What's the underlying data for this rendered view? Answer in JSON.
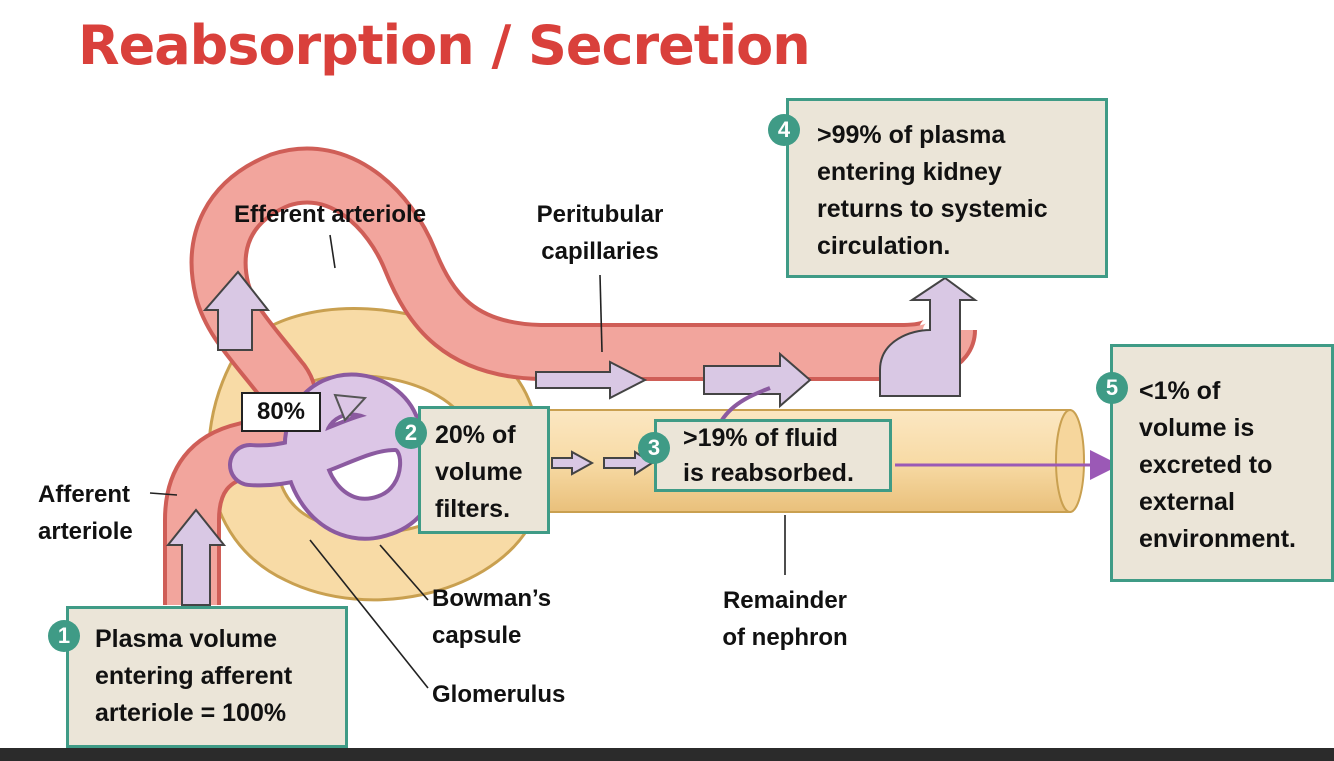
{
  "title": "Reabsorption / Secretion",
  "labels": {
    "efferent": "Efferent arteriole",
    "peritubular": [
      "Peritubular",
      "capillaries"
    ],
    "afferent": [
      "Afferent",
      "arteriole"
    ],
    "bowman": [
      "Bowman’s",
      "capsule"
    ],
    "glomerulus": "Glomerulus",
    "remainder": [
      "Remainder",
      "of nephron"
    ],
    "pct_80": "80%"
  },
  "steps": [
    {
      "num": "1",
      "lines": [
        "Plasma volume",
        "entering afferent",
        "arteriole = 100%"
      ]
    },
    {
      "num": "2",
      "lines": [
        "20% of",
        "volume",
        "filters."
      ]
    },
    {
      "num": "3",
      "lines": [
        ">19% of fluid",
        "is reabsorbed."
      ]
    },
    {
      "num": "4",
      "lines": [
        ">99% of plasma",
        "entering kidney",
        "returns to systemic",
        "circulation."
      ]
    },
    {
      "num": "5",
      "lines": [
        "<1% of",
        "volume is",
        "excreted to",
        "external",
        "environment."
      ]
    }
  ],
  "colors": {
    "title": "#d9403b",
    "box_border": "#3f9b86",
    "box_fill": "#ebe5d8",
    "vessel": "#e8827b",
    "vessel_inner": "#f4b6ae",
    "flow_arrow": "#d9c8e4",
    "tubule": "#f8ddaa",
    "excretion_arrow": "#9b59b6"
  }
}
